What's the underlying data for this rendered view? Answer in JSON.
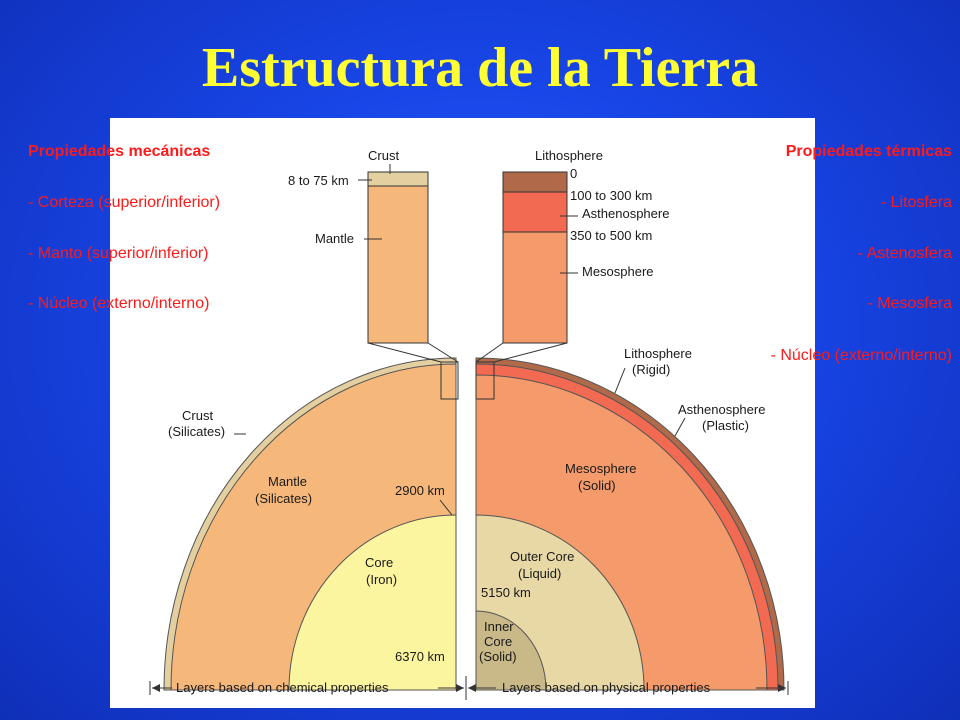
{
  "slide": {
    "title": "Estructura de la Tierra"
  },
  "left_panel": {
    "heading": "Propiedades mecánicas",
    "items": [
      "- Corteza (superior/inferior)",
      "- Manto (superior/inferior)",
      "- Núcleo (externo/interno)"
    ]
  },
  "right_panel": {
    "heading": "Propiedades térmicas",
    "items": [
      "- Litosfera",
      "- Astenosfera",
      "- Mesosfera",
      "- Núcleo (externo/interno)"
    ]
  },
  "figure": {
    "left_column": {
      "crust": "Crust",
      "crust_depth": "8 to 75 km",
      "mantle": "Mantle"
    },
    "right_column": {
      "lithosphere": "Lithosphere",
      "zero": "0",
      "lith_depth": "100 to 300 km",
      "asthenosphere": "Asthenosphere",
      "asth_depth": "350 to 500 km",
      "mesosphere": "Mesosphere"
    },
    "chemical": {
      "crust_line1": "Crust",
      "crust_line2": "(Silicates)",
      "mantle_line1": "Mantle",
      "mantle_line2": "(Silicates)",
      "depth_2900": "2900 km",
      "core_line1": "Core",
      "core_line2": "(Iron)",
      "depth_6370": "6370 km"
    },
    "physical": {
      "lith_line1": "Lithosphere",
      "lith_line2": "(Rigid)",
      "asth_line1": "Asthenosphere",
      "asth_line2": "(Plastic)",
      "meso_line1": "Mesosphere",
      "meso_line2": "(Solid)",
      "outer_line1": "Outer Core",
      "outer_line2": "(Liquid)",
      "depth_5150": "5150 km",
      "inner_line1": "Inner",
      "inner_line2": "Core",
      "inner_line3": "(Solid)"
    },
    "axis": {
      "left_caption": "Layers based on chemical properties",
      "right_caption": "Layers based on physical properties"
    }
  },
  "colors": {
    "background": "#1845e6",
    "title": "#ffff33",
    "overlay_text": "#ff1a1a",
    "crust": "#e4cfa0",
    "mantle": "#f6b87a",
    "core": "#fbf5a0",
    "lithosphere": "#b06a4a",
    "asthenosphere": "#f26a52",
    "mesosphere": "#f59a6a",
    "outer_core": "#e8d8a6",
    "inner_core": "#c9b888"
  }
}
